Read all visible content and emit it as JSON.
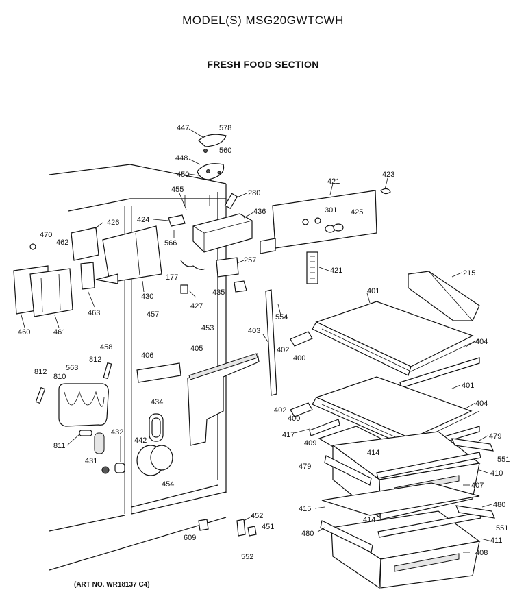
{
  "header": {
    "model": "MODEL(S) MSG20GWTCWH",
    "section": "FRESH FOOD SECTION"
  },
  "footer": {
    "art_no": "(ART NO. WR18137 C4)"
  },
  "callouts": [
    {
      "id": "c447",
      "label": "447"
    },
    {
      "id": "c578",
      "label": "578"
    },
    {
      "id": "c560",
      "label": "560"
    },
    {
      "id": "c448",
      "label": "448"
    },
    {
      "id": "c450",
      "label": "450"
    },
    {
      "id": "c455",
      "label": "455"
    },
    {
      "id": "c280",
      "label": "280"
    },
    {
      "id": "c436",
      "label": "436"
    },
    {
      "id": "c421a",
      "label": "421"
    },
    {
      "id": "c423",
      "label": "423"
    },
    {
      "id": "c301",
      "label": "301"
    },
    {
      "id": "c425",
      "label": "425"
    },
    {
      "id": "c421b",
      "label": "421"
    },
    {
      "id": "c424",
      "label": "424"
    },
    {
      "id": "c426",
      "label": "426"
    },
    {
      "id": "c566",
      "label": "566"
    },
    {
      "id": "c470",
      "label": "470"
    },
    {
      "id": "c462",
      "label": "462"
    },
    {
      "id": "c257",
      "label": "257"
    },
    {
      "id": "c177",
      "label": "177"
    },
    {
      "id": "c463",
      "label": "463"
    },
    {
      "id": "c430",
      "label": "430"
    },
    {
      "id": "c427",
      "label": "427"
    },
    {
      "id": "c435",
      "label": "435"
    },
    {
      "id": "c554",
      "label": "554"
    },
    {
      "id": "c215",
      "label": "215"
    },
    {
      "id": "c401a",
      "label": "401"
    },
    {
      "id": "c460",
      "label": "460"
    },
    {
      "id": "c461",
      "label": "461"
    },
    {
      "id": "c457",
      "label": "457"
    },
    {
      "id": "c453",
      "label": "453"
    },
    {
      "id": "c403",
      "label": "403"
    },
    {
      "id": "c458",
      "label": "458"
    },
    {
      "id": "c402a",
      "label": "402"
    },
    {
      "id": "c404a",
      "label": "404"
    },
    {
      "id": "c400a",
      "label": "400"
    },
    {
      "id": "c405",
      "label": "405"
    },
    {
      "id": "c406",
      "label": "406"
    },
    {
      "id": "c812a",
      "label": "812"
    },
    {
      "id": "c563",
      "label": "563"
    },
    {
      "id": "c812b",
      "label": "812"
    },
    {
      "id": "c810",
      "label": "810"
    },
    {
      "id": "c401b",
      "label": "401"
    },
    {
      "id": "c434",
      "label": "434"
    },
    {
      "id": "c402b",
      "label": "402"
    },
    {
      "id": "c404b",
      "label": "404"
    },
    {
      "id": "c400b",
      "label": "400"
    },
    {
      "id": "c417",
      "label": "417"
    },
    {
      "id": "c479a",
      "label": "479"
    },
    {
      "id": "c811",
      "label": "811"
    },
    {
      "id": "c432",
      "label": "432"
    },
    {
      "id": "c442",
      "label": "442"
    },
    {
      "id": "c409",
      "label": "409"
    },
    {
      "id": "c414a",
      "label": "414"
    },
    {
      "id": "c551a",
      "label": "551"
    },
    {
      "id": "c431",
      "label": "431"
    },
    {
      "id": "c479b",
      "label": "479"
    },
    {
      "id": "c410",
      "label": "410"
    },
    {
      "id": "c454",
      "label": "454"
    },
    {
      "id": "c407",
      "label": "407"
    },
    {
      "id": "c480a",
      "label": "480"
    },
    {
      "id": "c415",
      "label": "415"
    },
    {
      "id": "c452",
      "label": "452"
    },
    {
      "id": "c414b",
      "label": "414"
    },
    {
      "id": "c451",
      "label": "451"
    },
    {
      "id": "c551b",
      "label": "551"
    },
    {
      "id": "c609",
      "label": "609"
    },
    {
      "id": "c480b",
      "label": "480"
    },
    {
      "id": "c411",
      "label": "411"
    },
    {
      "id": "c552",
      "label": "552"
    },
    {
      "id": "c408",
      "label": "408"
    }
  ]
}
